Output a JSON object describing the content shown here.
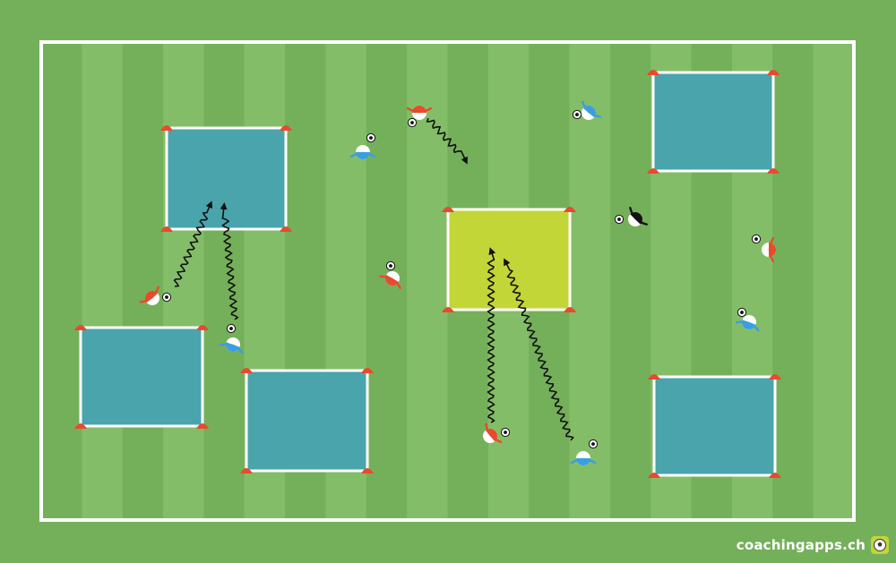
{
  "brand": {
    "text": "coachingapps.ch",
    "icon": "soccer-ball-icon"
  },
  "colors": {
    "grass_dark": "#74b05a",
    "grass_light": "#84bd68",
    "line": "#ffffff",
    "zone_blue": "#4aa4ac",
    "zone_yellow": "#c3d637",
    "cone": "#e84a2f",
    "team_red": "#e84a2f",
    "team_blue": "#3a9ee0",
    "team_black": "#111111",
    "brand_accent": "#c3d637"
  },
  "zones": [
    {
      "id": "zone-top-left",
      "color": "blue"
    },
    {
      "id": "zone-mid-left",
      "color": "blue"
    },
    {
      "id": "zone-mid-center",
      "color": "blue"
    },
    {
      "id": "zone-center",
      "color": "yellow"
    },
    {
      "id": "zone-top-right",
      "color": "blue"
    },
    {
      "id": "zone-bottom-right",
      "color": "blue"
    }
  ],
  "players": [
    {
      "id": "player-1",
      "team": "red",
      "has_ball": true
    },
    {
      "id": "player-2",
      "team": "blue",
      "has_ball": true
    },
    {
      "id": "player-3",
      "team": "red",
      "has_ball": true
    },
    {
      "id": "player-4",
      "team": "blue",
      "has_ball": true
    },
    {
      "id": "player-5",
      "team": "red",
      "has_ball": true
    },
    {
      "id": "player-6",
      "team": "blue",
      "has_ball": true
    },
    {
      "id": "player-7",
      "team": "black",
      "has_ball": true
    },
    {
      "id": "player-8",
      "team": "red",
      "has_ball": true
    },
    {
      "id": "player-9",
      "team": "blue",
      "has_ball": true
    },
    {
      "id": "player-10",
      "team": "red",
      "has_ball": true
    },
    {
      "id": "player-11",
      "team": "blue",
      "has_ball": true
    }
  ],
  "arrows": [
    {
      "id": "dribble-1",
      "type": "dribble"
    },
    {
      "id": "dribble-2",
      "type": "dribble"
    },
    {
      "id": "dribble-3",
      "type": "dribble"
    },
    {
      "id": "dribble-4",
      "type": "dribble"
    },
    {
      "id": "dribble-5",
      "type": "dribble"
    }
  ]
}
